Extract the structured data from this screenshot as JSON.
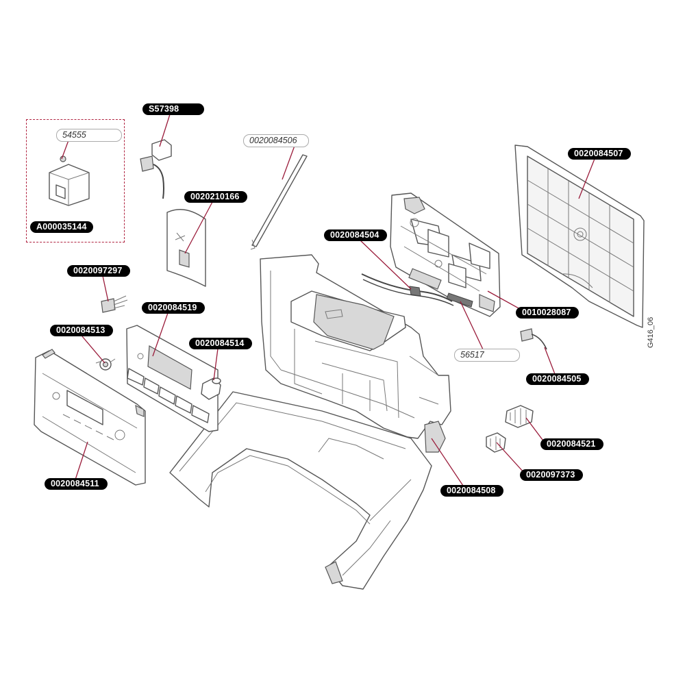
{
  "labels": {
    "s57398": "S57398",
    "p0020084506": "0020084506",
    "p0020084507": "0020084507",
    "p54555": "54555",
    "p0020210166": "0020210166",
    "pA000035144": "A000035144",
    "p0020084504": "0020084504",
    "p0020097297": "0020097297",
    "p0020084519": "0020084519",
    "p0010028087": "0010028087",
    "p0020084513": "0020084513",
    "p0020084514": "0020084514",
    "p56517": "56517",
    "p0020084505": "0020084505",
    "p0020084521": "0020084521",
    "p0020097373": "0020097373",
    "p0020084508": "0020084508",
    "p0020084511": "0020084511"
  },
  "drawing_ref": "G416_06",
  "colors": {
    "label_fill": "#000000",
    "label_text": "#ffffff",
    "leader": "#9a1b3a",
    "dashed_box": "#b0223f",
    "line_art": "#555555"
  }
}
